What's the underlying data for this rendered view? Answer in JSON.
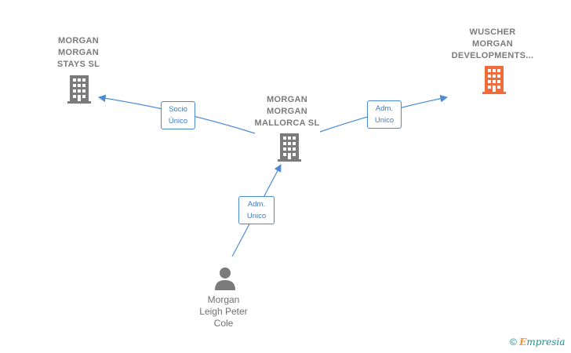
{
  "nodes": {
    "stays": {
      "label": "MORGAN\nMORGAN\nSTAYS  SL",
      "icon": "building-icon",
      "color": "#7b7b7b"
    },
    "wuscher": {
      "label": "WUSCHER\nMORGAN\nDEVELOPMENTS...",
      "icon": "building-icon",
      "color": "#f26b3a"
    },
    "mallorca": {
      "label": "MORGAN\nMORGAN\nMALLORCA  SL",
      "icon": "building-icon",
      "color": "#7b7b7b"
    },
    "person": {
      "label": "Morgan\nLeigh Peter\nCole",
      "icon": "person-icon",
      "color": "#7b7b7b"
    }
  },
  "edges": {
    "to_stays": {
      "label": "Socio\nÚnico"
    },
    "to_wuscher": {
      "label": "Adm.\nUnico"
    },
    "person_to_mallorca": {
      "label": "Adm.\nUnico"
    }
  },
  "footer": {
    "copyright": "©",
    "brand_first": "E",
    "brand_rest": "mpresia"
  },
  "colors": {
    "edge": "#4a8ad6",
    "building": "#7b7b7b",
    "highlight": "#f26b3a"
  }
}
